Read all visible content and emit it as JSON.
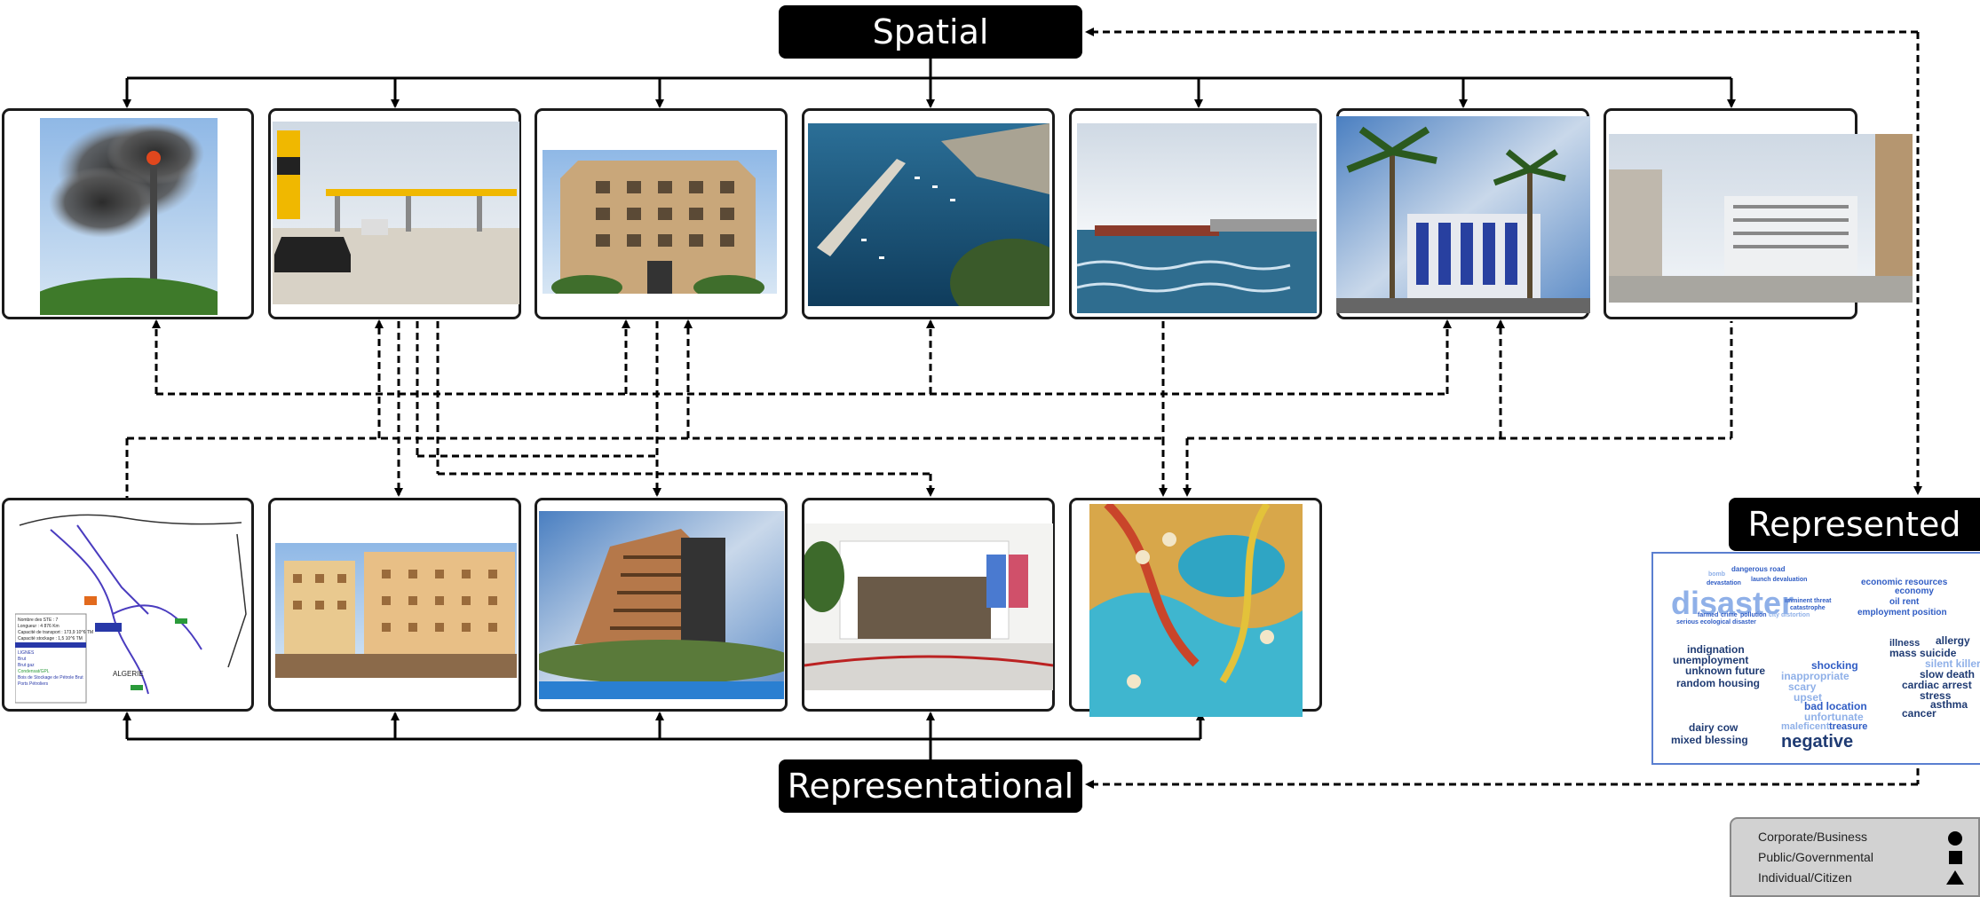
{
  "labels": {
    "spatial": "Spatial",
    "representational": "Representational",
    "represented": "Represented"
  },
  "legend": {
    "items": [
      {
        "label": "Corporate/Business",
        "symbol": "circle"
      },
      {
        "label": "Public/Governmental",
        "symbol": "square"
      },
      {
        "label": "Individual/Citizen",
        "symbol": "triangle"
      }
    ]
  },
  "map_text": {
    "country": "ALGERIE",
    "info_lines": [
      "Nombre des STE : 7",
      "Longueur : 4 876 Km",
      "Capacité de transport : 173,9 10^6 TM",
      "Capacité stockage : 1,5 10^6 TM"
    ],
    "list_lines": [
      "LIGNES",
      "Brut",
      "Brut gaz",
      "Condensat/GPL",
      "Bois de Stockage de Pétrole Brut",
      "Ports Pétroliers"
    ]
  },
  "word_cloud": [
    "bomb",
    "dangerous road",
    "devastation",
    "launch devaluation",
    "disaster",
    "economic resources",
    "economy",
    "oil rent",
    "employment position",
    "farmed",
    "crime",
    "pollution",
    "imminent threat",
    "catastrophe",
    "serious ecological disaster",
    "city distortion",
    "illness",
    "allergy",
    "mass suicide",
    "silent killer",
    "slow death",
    "cardiac arrest",
    "stress",
    "asthma",
    "cancer",
    "indignation",
    "unemployment",
    "unknown future",
    "random housing",
    "shocking",
    "inappropriate",
    "scary",
    "upset",
    "bad location",
    "unfortunate",
    "maleficent",
    "treasure",
    "dairy cow",
    "mixed blessing",
    "negative"
  ],
  "colors": {
    "title_bg": "#000000",
    "title_text": "#ffffff",
    "frame": "#1a1a1a",
    "wordcloud_border": "#5a7fd0",
    "word_dark": "#1f3b73",
    "word_mid": "#2f5cc4",
    "word_light": "#8fb0e8",
    "legend_bg": "#d2d2d2"
  }
}
